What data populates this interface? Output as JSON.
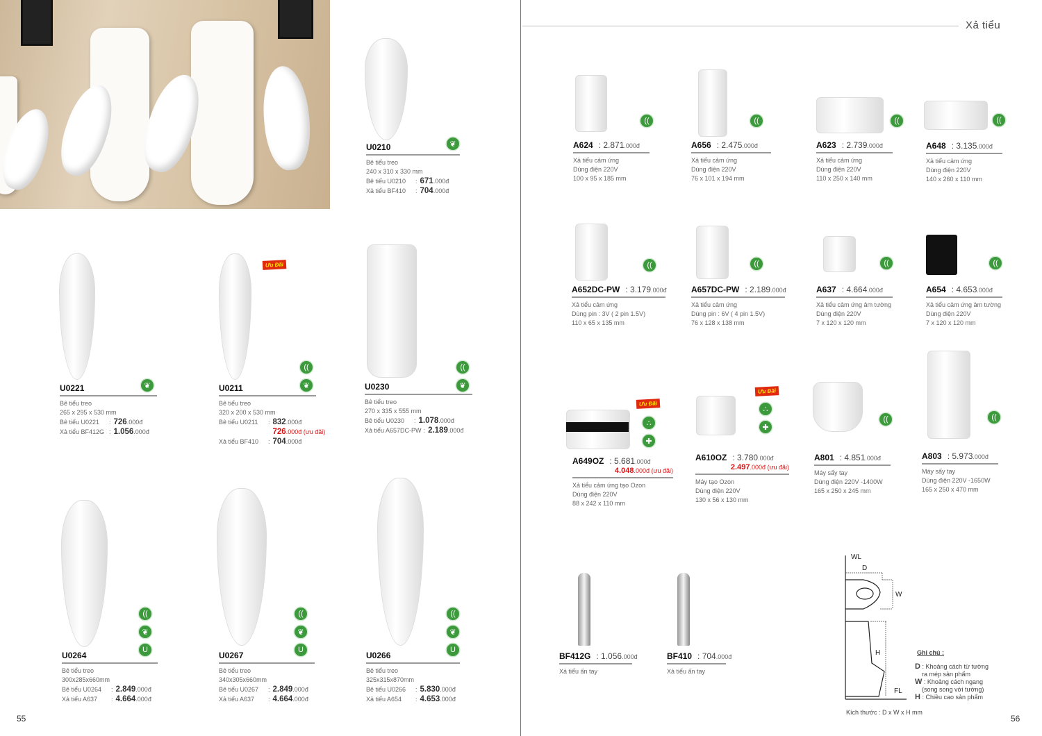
{
  "header": {
    "section_title": "Xả tiểu"
  },
  "page_numbers": {
    "left": "55",
    "right": "56"
  },
  "colors": {
    "eco_green": "#3c9a3c",
    "promo_red": "#d11111",
    "badge_bg": "#e02a10"
  },
  "promo_badge": "Ưu Đãi",
  "products": [
    {
      "name": "U0210",
      "desc": [
        "Bê tiểu treo",
        "240 x 310 x 330 mm"
      ],
      "prices": [
        {
          "label": "Bê tiểu U0210",
          "value": "671",
          "unit": ".000đ"
        },
        {
          "label": "Xả tiểu BF410",
          "value": "704",
          "unit": ".000đ"
        }
      ],
      "icons": [
        "leaf-icon"
      ]
    },
    {
      "name": "U0221",
      "desc": [
        "Bê tiểu treo",
        "265 x 295 x 530 mm"
      ],
      "prices": [
        {
          "label": "Bê tiểu U0221",
          "value": "726",
          "unit": ".000đ"
        },
        {
          "label": "Xả tiểu BF412G",
          "value": "1.056",
          "unit": ".000đ"
        }
      ],
      "icons": [
        "leaf-icon"
      ]
    },
    {
      "name": "U0211",
      "desc": [
        "Bê tiểu treo",
        "320 x 200 x 530 mm"
      ],
      "prices": [
        {
          "label": "Bê tiểu U0211",
          "value": "832",
          "unit": ".000đ"
        },
        {
          "label": "",
          "value": "726",
          "unit": ".000đ (ưu đãi)",
          "promo": true
        },
        {
          "label": "Xả tiểu BF410",
          "value": "704",
          "unit": ".000đ"
        }
      ],
      "icons": [
        "sensor-icon",
        "leaf-icon"
      ],
      "badge": true
    },
    {
      "name": "U0230",
      "desc": [
        "Bê tiểu treo",
        "270 x 335 x 555 mm"
      ],
      "prices": [
        {
          "label": "Bê tiểu U0230",
          "value": "1.078",
          "unit": ".000đ"
        },
        {
          "label": "Xả tiểu A657DC-PW",
          "value": "2.189",
          "unit": ".000đ"
        }
      ],
      "icons": [
        "sensor-icon",
        "leaf-icon"
      ]
    },
    {
      "name": "U0264",
      "desc": [
        "Bê tiểu treo",
        "300x285x660mm"
      ],
      "prices": [
        {
          "label": "Bê tiểu U0264",
          "value": "2.849",
          "unit": ".000đ"
        },
        {
          "label": "Xả tiểu A637",
          "value": "4.664",
          "unit": ".000đ"
        }
      ],
      "icons": [
        "sensor-icon",
        "leaf-icon",
        "coating-icon"
      ]
    },
    {
      "name": "U0267",
      "desc": [
        "Bê tiểu treo",
        "340x305x660mm"
      ],
      "prices": [
        {
          "label": "Bê tiểu U0267",
          "value": "2.849",
          "unit": ".000đ"
        },
        {
          "label": "Xả tiểu A637",
          "value": "4.664",
          "unit": ".000đ"
        }
      ],
      "icons": [
        "sensor-icon",
        "leaf-icon",
        "coating-icon"
      ]
    },
    {
      "name": "U0266",
      "desc": [
        "Bê tiểu treo",
        "325x315x870mm"
      ],
      "prices": [
        {
          "label": "Bê tiểu U0266",
          "value": "5.830",
          "unit": ".000đ"
        },
        {
          "label": "Xả tiểu A654",
          "value": "4.653",
          "unit": ".000đ"
        }
      ],
      "icons": [
        "sensor-icon",
        "leaf-icon",
        "coating-icon"
      ]
    },
    {
      "name": "A624",
      "price": "2.871",
      "unit": ".000đ",
      "desc": [
        "Xả tiểu cảm ứng",
        "Dùng điện 220V",
        "100 x 95 x 185 mm"
      ],
      "icons": [
        "sensor-icon"
      ]
    },
    {
      "name": "A656",
      "price": "2.475",
      "unit": ".000đ",
      "desc": [
        "Xả tiểu cảm ứng",
        "Dùng điện 220V",
        "76 x 101 x 194 mm"
      ],
      "icons": [
        "sensor-icon"
      ]
    },
    {
      "name": "A623",
      "price": "2.739",
      "unit": ".000đ",
      "desc": [
        "Xả tiểu cảm ứng",
        "Dùng điện 220V",
        "110 x 250 x 140 mm"
      ],
      "icons": [
        "sensor-icon"
      ]
    },
    {
      "name": "A648",
      "price": "3.135",
      "unit": ".000đ",
      "desc": [
        "Xả tiểu cảm ứng",
        "Dùng điện 220V",
        "140 x 260 x 110 mm"
      ],
      "icons": [
        "sensor-icon"
      ]
    },
    {
      "name": "A652DC-PW",
      "price": "3.179",
      "unit": ".000đ",
      "desc": [
        "Xả tiểu cảm ứng",
        "Dùng pin : 3V ( 2 pin 1.5V)",
        "110 x 65 x 135 mm"
      ],
      "icons": [
        "sensor-icon"
      ]
    },
    {
      "name": "A657DC-PW",
      "price": "2.189",
      "unit": ".000đ",
      "desc": [
        "Xả tiểu cảm ứng",
        "Dùng pin : 6V ( 4 pin 1.5V)",
        "76 x 128 x 138 mm"
      ],
      "icons": [
        "sensor-icon"
      ]
    },
    {
      "name": "A637",
      "price": "4.664",
      "unit": ".000đ",
      "desc": [
        "Xả tiểu cảm ứng âm tường",
        "Dùng điện 220V",
        "7 x 120 x 120 mm"
      ],
      "icons": [
        "sensor-icon"
      ]
    },
    {
      "name": "A654",
      "price": "4.653",
      "unit": ".000đ",
      "desc": [
        "Xả tiểu cảm ứng âm tường",
        "Dùng điện 220V",
        "7 x 120 x 120 mm"
      ],
      "icons": [
        "sensor-icon"
      ]
    },
    {
      "name": "A649OZ",
      "price": "5.681",
      "unit": ".000đ",
      "promo": "4.048",
      "promo_unit": ".000đ (ưu đãi)",
      "desc": [
        "Xả tiểu cảm ứng tạo Ozon",
        "Dùng điện 220V",
        "88 x 242 x 110 mm"
      ],
      "icons": [
        "ozone-icon",
        "shield-plus-icon"
      ],
      "badge": true
    },
    {
      "name": "A610OZ",
      "price": "3.780",
      "unit": ".000đ",
      "promo": "2.497",
      "promo_unit": ".000đ (ưu đãi)",
      "desc": [
        "Máy tạo Ozon",
        "Dùng điện 220V",
        "130 x 56 x 130 mm"
      ],
      "icons": [
        "ozone-icon",
        "shield-plus-icon"
      ],
      "badge": true
    },
    {
      "name": "A801",
      "price": "4.851",
      "unit": ".000đ",
      "desc": [
        "Máy sấy tay",
        "Dùng điện 220V -1400W",
        "165 x 250 x 245 mm"
      ],
      "icons": [
        "sensor-icon"
      ]
    },
    {
      "name": "A803",
      "price": "5.973",
      "unit": ".000đ",
      "desc": [
        "Máy sấy tay",
        "Dùng điện 220V -1650W",
        "165 x 250 x 470 mm"
      ],
      "icons": [
        "sensor-icon"
      ]
    },
    {
      "name": "BF412G",
      "price": "1.056",
      "unit": ".000đ",
      "desc": [
        "Xả tiểu ấn tay"
      ],
      "icons": []
    },
    {
      "name": "BF410",
      "price": "704",
      "unit": ".000đ",
      "desc": [
        "Xả tiểu ấn tay"
      ],
      "icons": []
    }
  ],
  "diagram": {
    "labels": {
      "wl": "WL",
      "fl": "FL",
      "d": "D",
      "w": "W",
      "h": "H"
    },
    "notes_title": "Ghi chú :",
    "notes": [
      {
        "key": "D",
        "text": "Khoảng cách từ tường",
        "text2": "ra mép sản phẩm"
      },
      {
        "key": "W",
        "text": "Khoảng cách ngang",
        "text2": "(song song với tường)"
      },
      {
        "key": "H",
        "text": "Chiều cao sản phẩm",
        "text2": ""
      }
    ],
    "dimension_format": "Kích thước : D x W x  H mm"
  }
}
